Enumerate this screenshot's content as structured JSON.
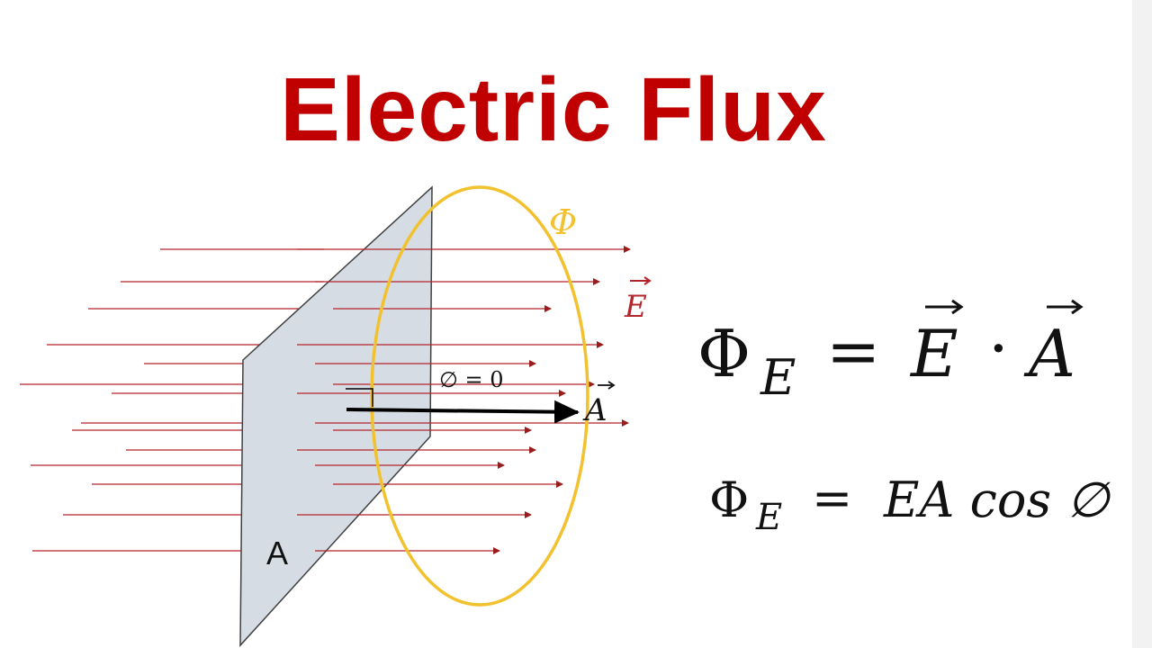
{
  "title": "Electric Flux",
  "diagram": {
    "phi_label": "Φ",
    "e_vector_label": "E",
    "area_label": "A",
    "normal_vector_label": "A",
    "angle_label": "∅ = 0"
  },
  "equations": {
    "eq1": {
      "lhs": "Φ",
      "lhs_subscript": "E",
      "equals": "=",
      "vector_e": "E",
      "dot": "·",
      "vector_a": "A"
    },
    "eq2": {
      "lhs": "Φ",
      "lhs_subscript": "E",
      "equals": "=",
      "rhs": "EA cos ∅"
    }
  },
  "colors": {
    "title": "#c00000",
    "field_lines": "#b3242b",
    "ellipse": "#f2c12e",
    "plane_fill": "#d6dce4",
    "plane_stroke": "#404040",
    "text": "#111111"
  }
}
